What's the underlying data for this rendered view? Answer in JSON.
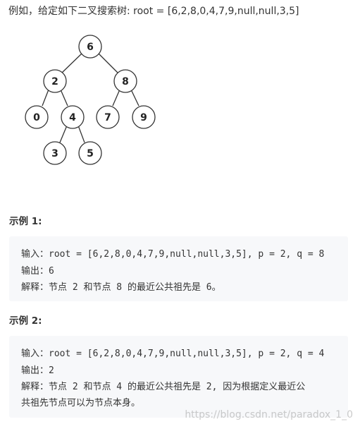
{
  "intro": "例如，给定如下二叉搜索树:  root = [6,2,8,0,4,7,9,null,null,3,5]",
  "tree": {
    "nodes": [
      {
        "id": "6",
        "label": "6"
      },
      {
        "id": "2",
        "label": "2"
      },
      {
        "id": "8",
        "label": "8"
      },
      {
        "id": "0",
        "label": "0"
      },
      {
        "id": "4",
        "label": "4"
      },
      {
        "id": "7",
        "label": "7"
      },
      {
        "id": "9",
        "label": "9"
      },
      {
        "id": "3",
        "label": "3"
      },
      {
        "id": "5",
        "label": "5"
      }
    ]
  },
  "example1": {
    "heading": "示例 1:",
    "lines": [
      "输入：root = [6,2,8,0,4,7,9,null,null,3,5], p = 2, q = 8",
      "输出：6",
      "解释：节点 2 和节点 8 的最近公共祖先是 6。"
    ]
  },
  "example2": {
    "heading": "示例 2:",
    "lines": [
      "输入：root = [6,2,8,0,4,7,9,null,null,3,5], p = 2, q = 4",
      "输出：2",
      "解释：节点 2 和节点 4 的最近公共祖先是 2, 因为根据定义最近公",
      "共祖先节点可以为节点本身。"
    ]
  },
  "watermark": "https://blog.csdn.net/paradox_1_0"
}
